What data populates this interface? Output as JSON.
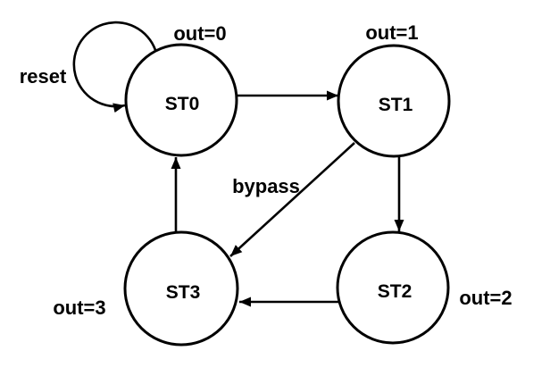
{
  "diagram": {
    "type": "state-machine",
    "title": "",
    "colors": {
      "stroke": "#000000",
      "text": "#000000",
      "background": "#ffffff"
    },
    "states": [
      {
        "id": "ST0",
        "label": "ST0",
        "output": "out=0"
      },
      {
        "id": "ST1",
        "label": "ST1",
        "output": "out=1"
      },
      {
        "id": "ST2",
        "label": "ST2",
        "output": "out=2"
      },
      {
        "id": "ST3",
        "label": "ST3",
        "output": "out=3"
      }
    ],
    "transitions": [
      {
        "from": "ST0",
        "to": "ST0",
        "label": "reset"
      },
      {
        "from": "ST0",
        "to": "ST1",
        "label": ""
      },
      {
        "from": "ST1",
        "to": "ST2",
        "label": ""
      },
      {
        "from": "ST2",
        "to": "ST3",
        "label": ""
      },
      {
        "from": "ST3",
        "to": "ST0",
        "label": ""
      },
      {
        "from": "ST1",
        "to": "ST3",
        "label": "bypass"
      }
    ]
  }
}
